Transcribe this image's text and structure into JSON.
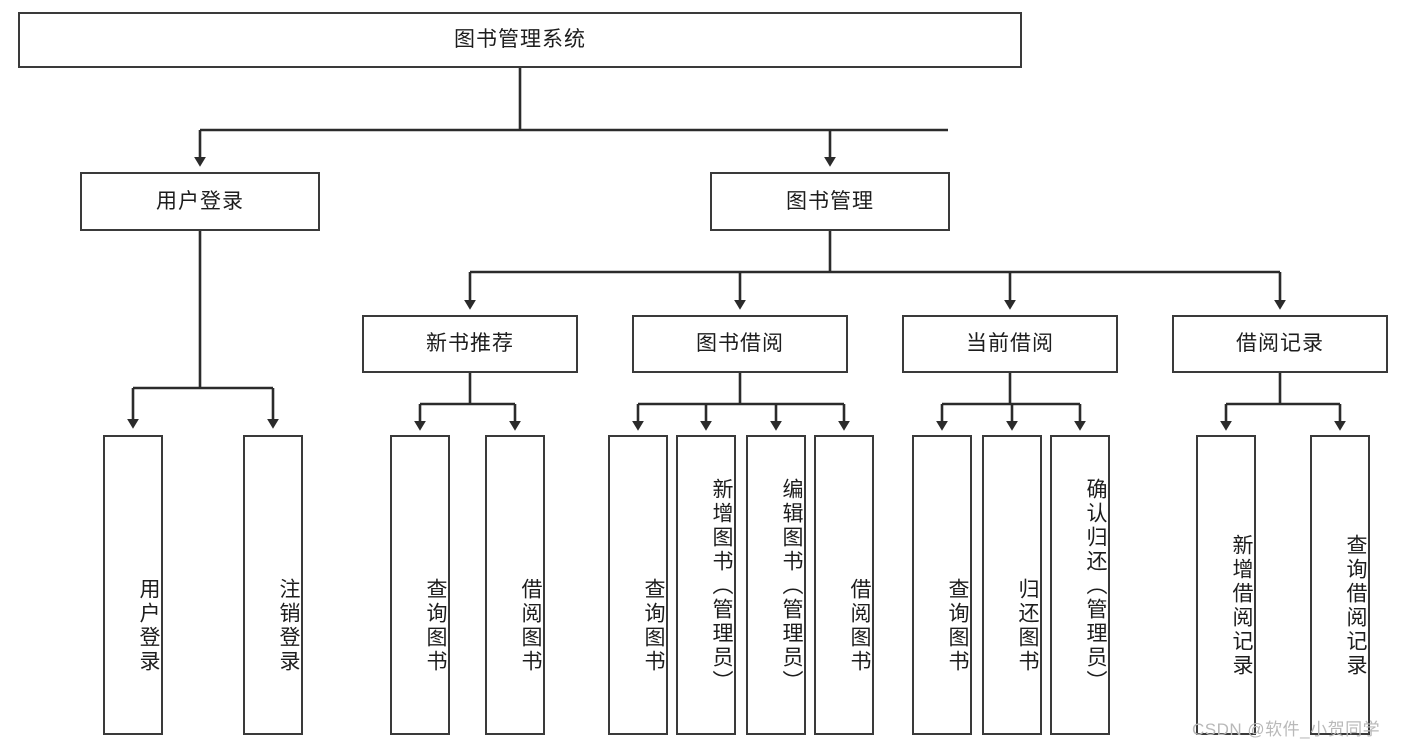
{
  "diagram": {
    "title": "图书管理系统",
    "type": "hierarchy-tree",
    "watermark": "CSDN @软件_小贺同学",
    "colors": {
      "box_border": "#3a3a3a",
      "box_fill": "#ffffff",
      "edge": "#2b2b2b",
      "text": "#1d1d1d",
      "watermark": "#b9b9b9"
    },
    "nodes": {
      "root": {
        "label": "图书管理系统"
      },
      "level2": [
        {
          "id": "user-login",
          "label": "用户登录"
        },
        {
          "id": "book-manage",
          "label": "图书管理"
        }
      ],
      "level3": [
        {
          "id": "new-book-rec",
          "label": "新书推荐"
        },
        {
          "id": "book-borrow",
          "label": "图书借阅"
        },
        {
          "id": "current-borrow",
          "label": "当前借阅"
        },
        {
          "id": "borrow-record",
          "label": "借阅记录"
        }
      ],
      "leaves": {
        "user-login": [
          {
            "id": "leaf-user-login",
            "label": "用户登录"
          },
          {
            "id": "leaf-logout",
            "label": "注销登录"
          }
        ],
        "new-book-rec": [
          {
            "id": "leaf-query-book-1",
            "label": "查询图书"
          },
          {
            "id": "leaf-borrow-book-1",
            "label": "借阅图书"
          }
        ],
        "book-borrow": [
          {
            "id": "leaf-query-book-2",
            "label": "查询图书"
          },
          {
            "id": "leaf-add-book",
            "label": "新增图书（管理员）"
          },
          {
            "id": "leaf-edit-book",
            "label": "编辑图书（管理员）"
          },
          {
            "id": "leaf-borrow-book-2",
            "label": "借阅图书"
          }
        ],
        "current-borrow": [
          {
            "id": "leaf-query-book-3",
            "label": "查询图书"
          },
          {
            "id": "leaf-return-book",
            "label": "归还图书"
          },
          {
            "id": "leaf-confirm-return",
            "label": "确认归还（管理员）"
          }
        ],
        "borrow-record": [
          {
            "id": "leaf-add-record",
            "label": "新增借阅记录"
          },
          {
            "id": "leaf-query-record",
            "label": "查询借阅记录"
          }
        ]
      }
    }
  }
}
